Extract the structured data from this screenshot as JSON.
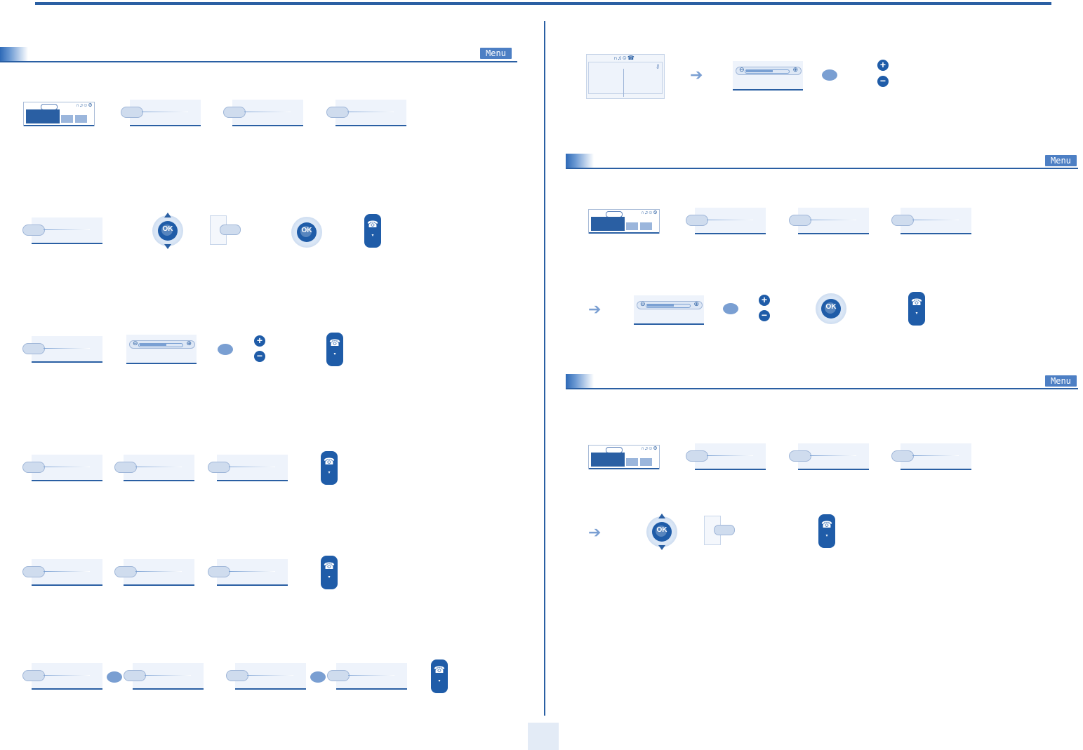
{
  "header": {
    "menu_label": "Menu"
  },
  "sections": [
    {
      "id": "left",
      "menu_label": "Menu"
    },
    {
      "id": "right-1",
      "menu_label": "Menu"
    },
    {
      "id": "right-2",
      "menu_label": "Menu"
    }
  ],
  "controls": {
    "ok_label": "OK",
    "plus": "+",
    "minus": "−",
    "hangup_icon": "phone-hangup-icon"
  },
  "colors": {
    "brand": "#2a5fa3",
    "accent": "#7a9fd2",
    "panel": "#eef3fb"
  }
}
